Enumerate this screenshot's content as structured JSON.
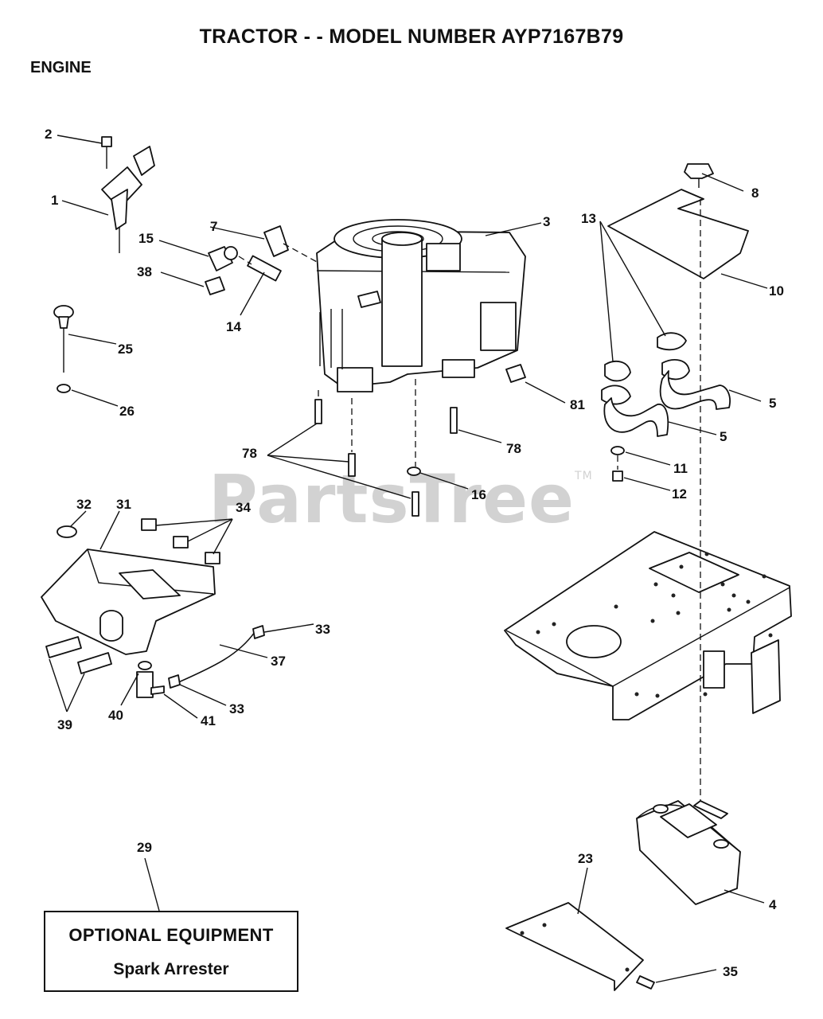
{
  "header": {
    "title": "TRACTOR - - MODEL NUMBER AYP7167B79",
    "section": "ENGINE"
  },
  "watermark": {
    "text": "PartsTree",
    "mark": "TM"
  },
  "callouts": {
    "c1": "1",
    "c2": "2",
    "c3": "3",
    "c4": "4",
    "c5": "5",
    "c6": "5",
    "c7": "7",
    "c8": "8",
    "c10": "10",
    "c11": "11",
    "c12": "12",
    "c13": "13",
    "c14": "14",
    "c15": "15",
    "c16": "16",
    "c23": "23",
    "c25": "25",
    "c26": "26",
    "c29": "29",
    "c31": "31",
    "c32": "32",
    "c33a": "33",
    "c33b": "33",
    "c34": "34",
    "c35": "35",
    "c37": "37",
    "c38": "38",
    "c39": "39",
    "c40": "40",
    "c41": "41",
    "c78a": "78",
    "c78b": "78",
    "c81": "81"
  },
  "optional_box": {
    "heading": "OPTIONAL EQUIPMENT",
    "item": "Spark Arrester"
  }
}
